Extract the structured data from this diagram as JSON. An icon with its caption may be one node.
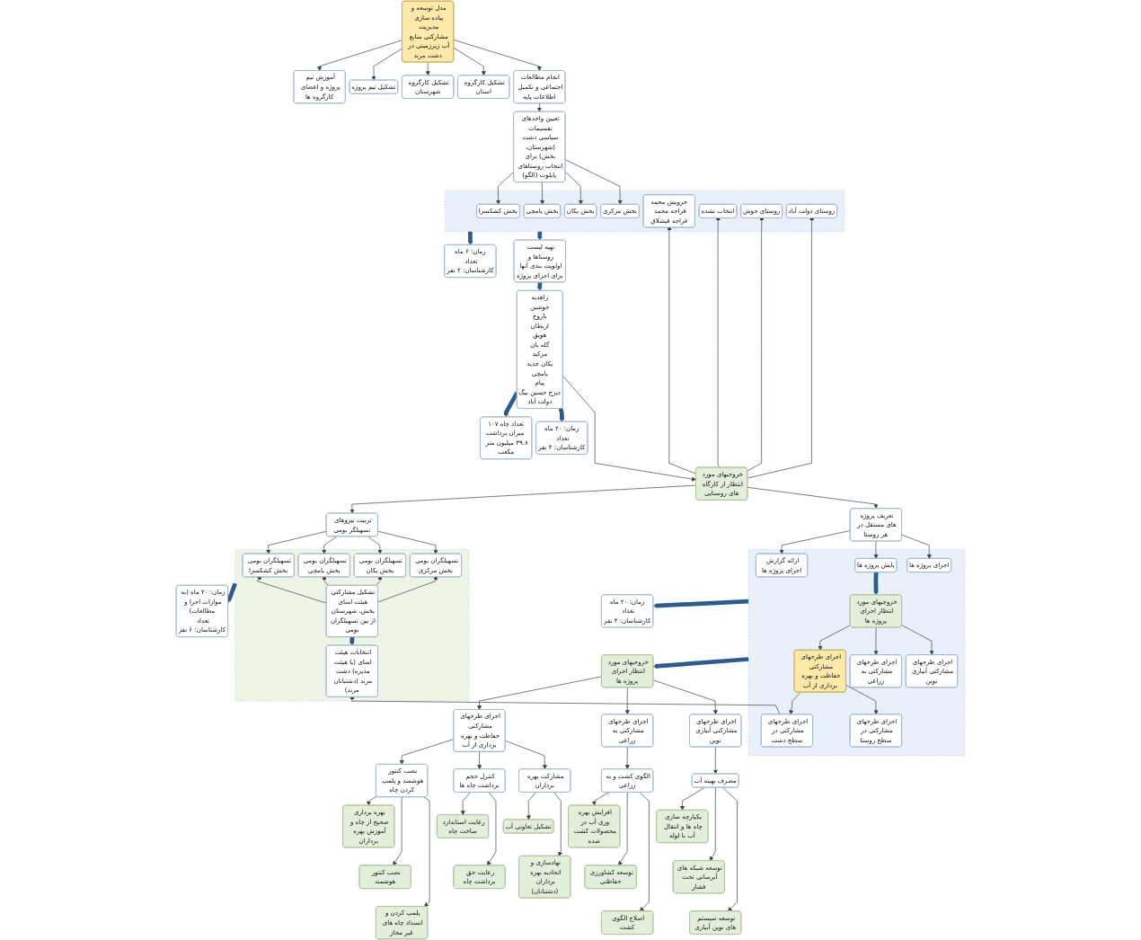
{
  "diagram": {
    "nodes": [
      {
        "text": [
          "مدل توسعه و پیاده سازی مدیریت مشارکتی منابع آب زیرزمینی در دشت مرند"
        ]
      },
      {
        "text": [
          "آموزش تیم پروژه و اعضای کارگروه ها"
        ]
      },
      {
        "text": [
          "تشکیل تیم پروژه"
        ]
      },
      {
        "text": [
          "تشکیل کارگروه شهرستان"
        ]
      },
      {
        "text": [
          "تشکیل کارگروه استان"
        ]
      },
      {
        "text": [
          "انجام مطالعات اجتماعی و تکمیل اطلاعات پایه"
        ]
      },
      {
        "text": [
          "تعیین واحدهای تقسیمات سیاسی دشت (شهرستان، بخش) برای انتخاب روستاهای پایلوت (الگو)"
        ]
      },
      {
        "text": [],
        "shape": "box"
      },
      {
        "text": [
          "بخش کشکسرا"
        ],
        "in": 7
      },
      {
        "text": [
          "بخش یامچی"
        ],
        "in": 7
      },
      {
        "text": [
          "بخش یکان"
        ],
        "in": 7
      },
      {
        "text": [
          "بخش مرکزی"
        ],
        "in": 7
      },
      {
        "text": [
          "خرویش محمد",
          "قراجه محمد قراجه قیشلاق"
        ],
        "in": 7
      },
      {
        "text": [
          "انتخاب نشده"
        ],
        "in": 7
      },
      {
        "text": [
          "روستای جوش"
        ],
        "in": 7
      },
      {
        "text": [
          "روستای دولت آباد"
        ],
        "in": 7
      },
      {
        "text": [
          "خروجیهای مورد انتظار از کارگاه های روستایی"
        ]
      },
      {
        "text": [
          "زمان: ۶ ماه",
          "تعداد کارشناسان: ۲ نفر"
        ]
      },
      {
        "text": [
          "تهیه لیست روستاها و اولویت بندی آنها برای اجرای پروژه"
        ]
      },
      {
        "text": [
          "زاهدیه",
          "جوشین",
          "باروج",
          "اربطان",
          "هویق",
          "گله بان",
          "مرکید",
          "یکان جدید",
          "یامچی",
          "پیام",
          "دیزج حسین بیگ",
          "دولت آباد"
        ]
      },
      {
        "text": [
          "تعداد چاه ۱۰۷",
          "میزان برداشت ۳۹.۸ میلیون متر مکعب"
        ]
      },
      {
        "text": [
          "زمان: ۲۰ ماه",
          "تعداد کارشناسان: ۴ نفر"
        ]
      },
      {
        "text": [
          "تربیت نیروهای تسهیلگر بومی"
        ]
      },
      {
        "text": [
          "تعریف پروژه های مستقل در هر روستا"
        ]
      },
      {
        "text": [],
        "shape": "box"
      },
      {
        "text": [
          "تسهیلگران بومی بخش کشکسرا"
        ],
        "in": 24
      },
      {
        "text": [
          "تسهیلگران بومی بخش یامچی"
        ],
        "in": 24
      },
      {
        "text": [
          "تسهیلگران بومی بخش یکان"
        ],
        "in": 24
      },
      {
        "text": [
          "تسهیلگران بومی بخش مرکزی"
        ],
        "in": 24
      },
      {
        "text": [
          "تشکیل مشارکتی هیئت امنای بخش، شهرستان از بین تسهیلگران بومی"
        ],
        "in": 24
      },
      {
        "text": [
          "انتخابات هیئت امنای (یا هیئت مدیره) دشت مرند (دشتبانان مرند)"
        ],
        "in": 24
      },
      {
        "text": [
          "زمان: ۲۰ ماه (به موازات اجرا و مطالعات)",
          "تعداد کارشناسان: ۶ نفر"
        ]
      },
      {
        "text": [],
        "shape": "box"
      },
      {
        "text": [
          "ارائه گزارش اجرای پروژه ها"
        ],
        "in": 32
      },
      {
        "text": [
          "پایش پروژه ها"
        ],
        "in": 32
      },
      {
        "text": [
          "اجرای پروژه ها"
        ],
        "in": 32
      },
      {
        "text": [
          "خروجیهای مورد انتظار اجرای پروژه ها"
        ],
        "in": 32
      },
      {
        "text": [
          "اجرای طرحهای مشارکتی حفاظت و بهره برداری از آب"
        ],
        "in": 32
      },
      {
        "text": [
          "اجرای طرحهای مشارکتی به زراعی"
        ],
        "in": 32
      },
      {
        "text": [
          "اجرای طرحهای مشارکتی آبیاری نوین"
        ],
        "in": 32
      },
      {
        "text": [
          "اجرای طرحهای مشارکتی در سطح دشت"
        ],
        "in": 32
      },
      {
        "text": [
          "اجرای طرحهای مشارکتی در سطح روستا"
        ],
        "in": 32
      },
      {
        "text": [
          "زمان: ۲۰ ماه",
          "تعداد کارشناسان: ۴ نفر"
        ]
      },
      {
        "text": [
          "خروجیهای مورد انتظار اجرای پروژه ها"
        ]
      },
      {
        "text": [
          "اجرای طرحهای مشارکتی حفاظت و بهره برداری از آب"
        ]
      },
      {
        "text": [
          "اجرای طرحهای مشارکتی به زراعی"
        ]
      },
      {
        "text": [
          "اجرای طرحهای مشارکتی آبیاری نوین"
        ]
      },
      {
        "text": [
          "نصب کنتور هوشمند و پلمپ کردن چاه"
        ]
      },
      {
        "text": [
          "کنترل حجم برداشت چاه ها"
        ]
      },
      {
        "text": [
          "مشارکت بهره برداران"
        ]
      },
      {
        "text": [
          "بهره برداری صحیح از چاه و آموزش بهره برداران"
        ]
      },
      {
        "text": [
          "نصب کنتور هوشمند"
        ]
      },
      {
        "text": [
          "پلمپ کردن و انسداد چاه های غیر مجاز"
        ]
      },
      {
        "text": [
          "رعایت استاندارد ساخت چاه"
        ]
      },
      {
        "text": [
          "رعایت حق برداشت چاه"
        ]
      },
      {
        "text": [
          "تشکیل تعاونی آب"
        ]
      },
      {
        "text": [
          "نهادسازی و اتحادیه بهره برداران (دشتبانان)"
        ]
      },
      {
        "text": [
          "الگوی کشت و به زراعی"
        ]
      },
      {
        "text": [
          "افزایش بهره وری آب در محصولات کشت شده"
        ]
      },
      {
        "text": [
          "توسعه کشاورزی حفاظتی"
        ]
      },
      {
        "text": [
          "اصلاح الگوی کشت"
        ]
      },
      {
        "text": [
          "مصرف بهینه آب"
        ]
      },
      {
        "text": [
          "یکپارچه سازی چاه ها و انتقال آب با لوله"
        ]
      },
      {
        "text": [
          "توسعه شبکه های آبرسانی تحت فشار"
        ]
      },
      {
        "text": [
          "توسعه سیستم های نوین آبیاری"
        ]
      }
    ],
    "edges": [
      {
        "from": 0,
        "to": 1,
        "arrow": "to"
      },
      {
        "from": 0,
        "to": 2,
        "arrow": "to"
      },
      {
        "from": 0,
        "to": 3,
        "arrow": "to"
      },
      {
        "from": 0,
        "to": 4,
        "arrow": "to"
      },
      {
        "from": 0,
        "to": 5,
        "arrow": "to"
      },
      {
        "from": 5,
        "to": 6,
        "arrow": "to"
      },
      {
        "from": 6,
        "to": 8,
        "arrow": "to"
      },
      {
        "from": 6,
        "to": 9,
        "arrow": "to"
      },
      {
        "from": 6,
        "to": 10,
        "arrow": "to"
      },
      {
        "from": 6,
        "to": 11,
        "arrow": "to"
      },
      {
        "from": 16,
        "to": 12,
        "arrow": "to"
      },
      {
        "from": 16,
        "to": 13,
        "arrow": "to"
      },
      {
        "from": 16,
        "to": 14,
        "arrow": "to"
      },
      {
        "from": 16,
        "to": 15,
        "arrow": "to"
      },
      {
        "from": 7,
        "to": 17,
        "arrow": "to",
        "style": "thick",
        "color": "#2f5b8a"
      },
      {
        "from": 7,
        "to": 18,
        "arrow": "to",
        "style": "thick",
        "color": "#2f5b8a"
      },
      {
        "from": 18,
        "to": 19,
        "arrow": "to",
        "style": "thick",
        "color": "#2f5b8a"
      },
      {
        "from": 19,
        "to": 20,
        "arrow": "to",
        "style": "thick",
        "color": "#2f5b8a"
      },
      {
        "from": 19,
        "to": 21,
        "arrow": "to",
        "style": "thick",
        "color": "#2f5b8a"
      },
      {
        "from": 19,
        "to": 16,
        "arrow": "to"
      },
      {
        "from": 16,
        "to": 22,
        "arrow": "to"
      },
      {
        "from": 16,
        "to": 23,
        "arrow": "to"
      },
      {
        "from": 22,
        "to": 25,
        "arrow": "to"
      },
      {
        "from": 22,
        "to": 26,
        "arrow": "to"
      },
      {
        "from": 22,
        "to": 27,
        "arrow": "to"
      },
      {
        "from": 22,
        "to": 28,
        "arrow": "to"
      },
      {
        "from": 29,
        "to": 25,
        "arrow": "to"
      },
      {
        "from": 29,
        "to": 26,
        "arrow": "to"
      },
      {
        "from": 29,
        "to": 27,
        "arrow": "to"
      },
      {
        "from": 29,
        "to": 28,
        "arrow": "to"
      },
      {
        "from": 29,
        "to": 30,
        "arrow": "to",
        "style": "thick",
        "color": "#2f5b8a"
      },
      {
        "from": 24,
        "to": 31,
        "arrow": "to",
        "style": "thick",
        "color": "#2f5b8a"
      },
      {
        "from": 23,
        "to": 33,
        "arrow": "to"
      },
      {
        "from": 23,
        "to": 34,
        "arrow": "to"
      },
      {
        "from": 23,
        "to": 35,
        "arrow": "to"
      },
      {
        "from": 34,
        "to": 36,
        "arrow": "to",
        "style": "thick",
        "color": "#2f5b8a"
      },
      {
        "from": 36,
        "to": 37,
        "arrow": "to"
      },
      {
        "from": 36,
        "to": 38,
        "arrow": "to"
      },
      {
        "from": 36,
        "to": 39,
        "arrow": "to"
      },
      {
        "from": 37,
        "to": 40,
        "arrow": "to"
      },
      {
        "from": 37,
        "to": 41,
        "arrow": "to"
      },
      {
        "from": 40,
        "to": 30,
        "arrow": "to"
      },
      {
        "from": 32,
        "to": 42,
        "arrow": "to",
        "style": "thick",
        "color": "#2f5b8a"
      },
      {
        "from": 32,
        "to": 43,
        "arrow": "to",
        "style": "thick",
        "color": "#2f5b8a"
      },
      {
        "from": 43,
        "to": 44,
        "arrow": "to"
      },
      {
        "from": 43,
        "to": 45,
        "arrow": "to"
      },
      {
        "from": 43,
        "to": 46,
        "arrow": "to"
      },
      {
        "from": 44,
        "to": 47,
        "arrow": "to"
      },
      {
        "from": 44,
        "to": 48,
        "arrow": "to"
      },
      {
        "from": 44,
        "to": 49,
        "arrow": "to"
      },
      {
        "from": 47,
        "to": 50,
        "arrow": "to"
      },
      {
        "from": 47,
        "to": 51,
        "arrow": "to"
      },
      {
        "from": 47,
        "to": 52,
        "arrow": "to"
      },
      {
        "from": 48,
        "to": 53,
        "arrow": "to"
      },
      {
        "from": 48,
        "to": 54,
        "arrow": "to"
      },
      {
        "from": 49,
        "to": 55,
        "arrow": "to"
      },
      {
        "from": 49,
        "to": 56,
        "arrow": "to"
      },
      {
        "from": 45,
        "to": 57,
        "arrow": "to"
      },
      {
        "from": 57,
        "to": 58,
        "arrow": "to"
      },
      {
        "from": 57,
        "to": 59,
        "arrow": "to"
      },
      {
        "from": 57,
        "to": 60,
        "arrow": "to"
      },
      {
        "from": 46,
        "to": 61,
        "arrow": "to"
      },
      {
        "from": 61,
        "to": 62,
        "arrow": "to"
      },
      {
        "from": 61,
        "to": 63,
        "arrow": "to"
      },
      {
        "from": 61,
        "to": 64,
        "arrow": "to"
      }
    ]
  }
}
